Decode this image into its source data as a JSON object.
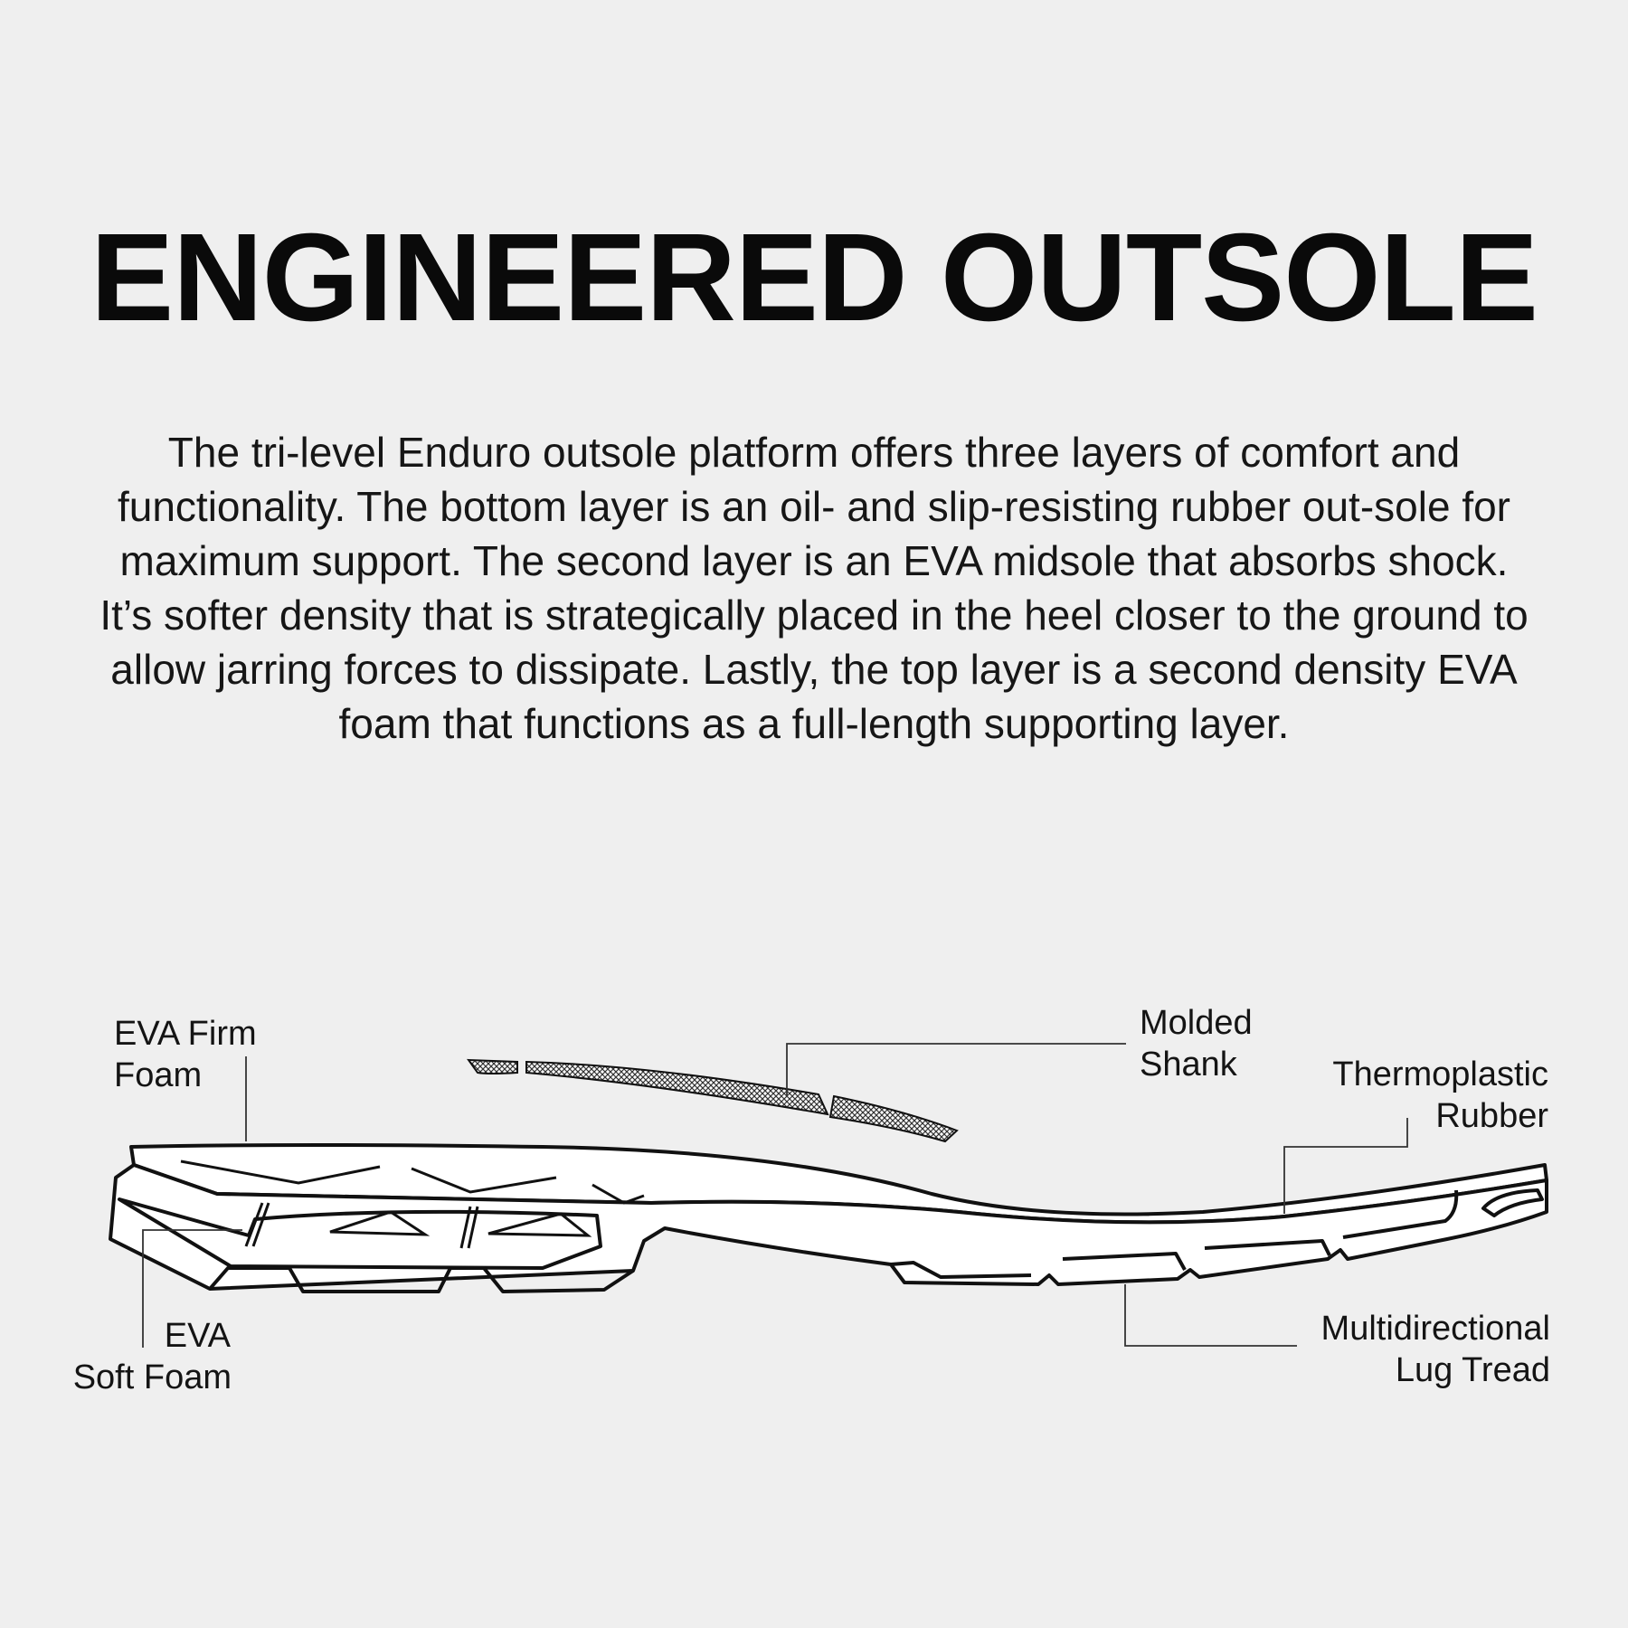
{
  "title": "ENGINEERED OUTSOLE",
  "description": "The tri-level Enduro outsole platform offers three layers of comfort and functionality. The bottom layer is an oil- and slip-resisting rubber out-sole for maximum support. The second layer is an EVA midsole that absorbs shock. It’s softer density that is strategically placed in the heel closer to the ground to allow jarring forces to dissipate. Lastly, the top layer is a second density EVA foam that functions as a full-length supporting layer.",
  "labels": {
    "eva_firm_foam": {
      "line1": "EVA Firm",
      "line2": "Foam"
    },
    "molded_shank": {
      "line1": "Molded",
      "line2": "Shank"
    },
    "thermoplastic_rubber": {
      "line1": "Thermoplastic",
      "line2": "Rubber"
    },
    "eva_soft_foam": {
      "line1": "EVA",
      "line2": "Soft Foam"
    },
    "lug_tread": {
      "line1": "Multidirectional",
      "line2": "Lug Tread"
    }
  },
  "colors": {
    "background": "#efefef",
    "ink": "#111111",
    "fill": "#ffffff"
  }
}
